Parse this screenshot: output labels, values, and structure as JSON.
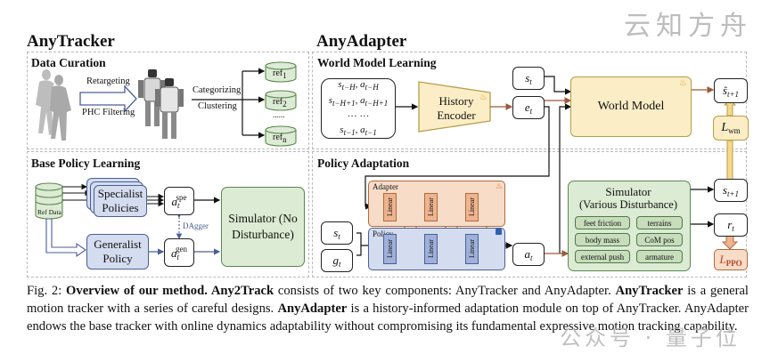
{
  "watermark": "云知方舟",
  "watermark_bottom": "公众号 · 量子位",
  "anytracker": {
    "title": "AnyTracker",
    "data_curation": {
      "title": "Data Curation",
      "arrow_label_top": "Retargeting",
      "arrow_label_bottom": "PHC Filtering",
      "branch_label_top": "Categorizing",
      "branch_label_bottom": "Clustering",
      "refs": [
        "ref1",
        "ref2",
        "......",
        "refn"
      ]
    },
    "base_policy": {
      "title": "Base Policy Learning",
      "ref_data": "Ref Data",
      "specialist": "Specialist Policies",
      "generalist": "Generalist Policy",
      "a_spe": "a",
      "a_spe_sup": "spe",
      "a_gen_sup": "gen",
      "a_sub": "t",
      "dagger": "DAgger",
      "simulator": "Simulator (No Disturbance)"
    }
  },
  "anyadapter": {
    "title": "AnyAdapter",
    "world_model_learning": {
      "title": "World Model Learning",
      "history_lines": [
        "s_{t-H}, a_{t-H}",
        "s_{t-H+1}, a_{t-H+1}",
        "··· ···",
        "s_{t-1}, a_{t-1}"
      ],
      "history_encoder": "History Encoder",
      "s_t": "s",
      "e_t": "e",
      "world_model": "World Model",
      "s_hat_next": "ŝ",
      "l_wm": "L",
      "l_wm_sub": "wm"
    },
    "policy_adaptation": {
      "title": "Policy Adaptation",
      "adapter_label": "Adapter",
      "policy_label": "Policy",
      "linear": "Linear",
      "s_t": "s",
      "g_t": "g",
      "a_t": "a",
      "simulator_title": "Simulator",
      "simulator_sub": "(Various Disturbance)",
      "disturbances": [
        "feet friction",
        "terrains",
        "body mass",
        "CoM pos",
        "external push",
        "armature"
      ],
      "s_next": "s",
      "r_t": "r",
      "l_ppo": "L",
      "l_ppo_sub": "PPO"
    }
  },
  "caption": {
    "prefix": "Fig. 2: ",
    "bold1": "Overview of our method. Any2Track",
    "text1": " consists of two key components: AnyTracker and AnyAdapter. ",
    "bold2": "AnyTracker",
    "text2": " is a general motion tracker with a series of careful designs. ",
    "bold3": "AnyAdapter",
    "text3": " is a history-informed adaptation module on top of AnyTracker. AnyAdapter endows the base tracker with online dynamics adaptability without compromising its fundamental expressive motion tracking capability."
  },
  "colors": {
    "blue_fill": "#d4dcef",
    "green_fill": "#dcebd3",
    "yellow_fill": "#fbedc5",
    "orange_fill": "#f7dcc8",
    "flow_brown": "#9b5a3a",
    "blue_flow": "#4b5f95"
  }
}
